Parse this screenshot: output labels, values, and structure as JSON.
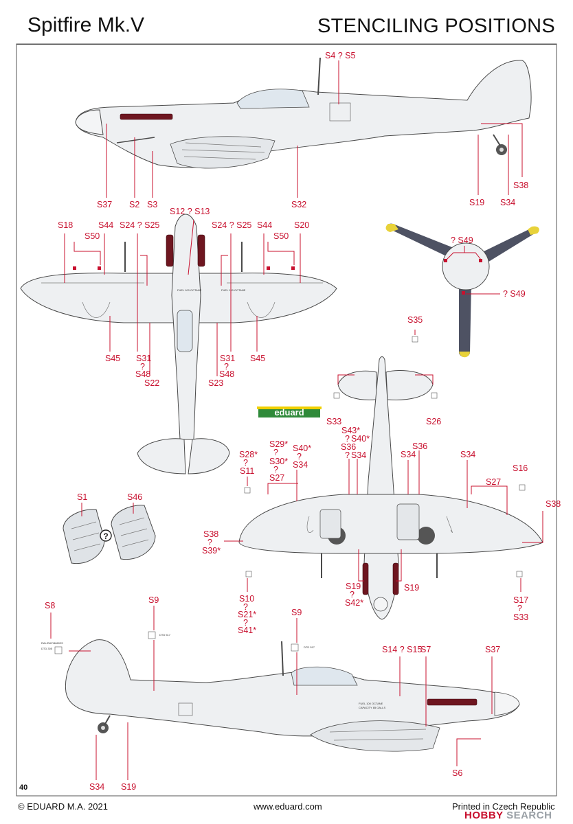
{
  "header": {
    "left_title": "Spitfire Mk.V",
    "right_title": "STENCILING POSITIONS"
  },
  "footer": {
    "page_number": "40",
    "copyright": "© EDUARD M.A. 2021",
    "website": "www.eduard.com",
    "printed": "Printed in Czech Republic",
    "watermark_hobby": "HOBBY",
    "watermark_search": " SEARCH"
  },
  "logo_text": "eduard",
  "question_mark": "?",
  "stencil_text": {
    "fuel_left": "FUEL 100 OCTANE",
    "fuel_capacity": "CAPACITY 85 GALLS",
    "serial_code": "RAL/RAF/88602S",
    "dtd_305": "DTD 305",
    "dtd_517": "DTD 517"
  },
  "labels": {
    "top_s4_s5": "S4 ? S5",
    "top_s37": "S37",
    "top_s2": "S2",
    "top_s3": "S3",
    "top_s32": "S32",
    "top_s19": "S19",
    "top_s34": "S34",
    "top_s38": "S38",
    "plan_s18": "S18",
    "plan_s44_l": "S44",
    "plan_s24_s25_l": "S24 ? S25",
    "plan_s12_s13": "S12 ? S13",
    "plan_s24_s25_r": "S24 ? S25",
    "plan_s44_r": "S44",
    "plan_s20": "S20",
    "plan_s50_l": "S50",
    "plan_s50_r": "S50",
    "plan_s45_l": "S45",
    "plan_s31_l": "S31",
    "plan_q1": "?",
    "plan_s48_l": "S48",
    "plan_s22": "S22",
    "plan_s31_r": "S31",
    "plan_q2": "?",
    "plan_s48_r": "S48",
    "plan_s23": "S23",
    "plan_s45_r": "S45",
    "prop_s49_top": "? S49",
    "prop_s49_right": "? S49",
    "under_s35": "S35",
    "under_s33_top": "S33",
    "under_s26": "S26",
    "under_s43": "S43*",
    "under_q_a": "?",
    "under_s40a": "S40*",
    "under_s36_l": "S36",
    "under_q_b": "?",
    "under_s34_c": "S34",
    "under_s29": "S29*",
    "under_q_c": "?",
    "under_s30": "S30*",
    "under_q_d": "?",
    "under_s27_l": "S27",
    "under_s40b": "S40*",
    "under_q_e": "?",
    "under_s34_l": "S34",
    "under_s28": "S28*",
    "under_q_f": "?",
    "under_s11": "S11",
    "under_s34_r1": "S34",
    "under_s36_r": "S36",
    "under_s34_r2": "S34",
    "under_s16": "S16",
    "under_s27_r": "S27",
    "under_s38_r": "S38",
    "under_s38_l": "S38",
    "under_q_g": "?",
    "under_s39": "S39*",
    "under_s19_l": "S19",
    "under_q_h": "?",
    "under_s42": "S42*",
    "under_s19_r": "S19",
    "under_s10": "S10",
    "under_q_i": "?",
    "under_s21": "S21*",
    "under_q_j": "?",
    "under_s41": "S41*",
    "under_s17": "S17",
    "under_q_k": "?",
    "under_s33_bottom": "S33",
    "wheel_s1": "S1",
    "wheel_s46": "S46",
    "side_s8": "S8",
    "side_s9_l": "S9",
    "side_s9_r": "S9",
    "side_s14_s15": "S14 ? S15",
    "side_s7": "S7",
    "side_s37": "S37",
    "side_s34": "S34",
    "side_s19": "S19",
    "side_s6": "S6"
  },
  "colors": {
    "label_red": "#c8102e",
    "aircraft_grey": "#eef0f2",
    "prop_blade": "#4e5263",
    "prop_tip": "#e8d23a",
    "exhaust_maroon": "#6e1620",
    "logo_green": "#2f8a3a"
  }
}
